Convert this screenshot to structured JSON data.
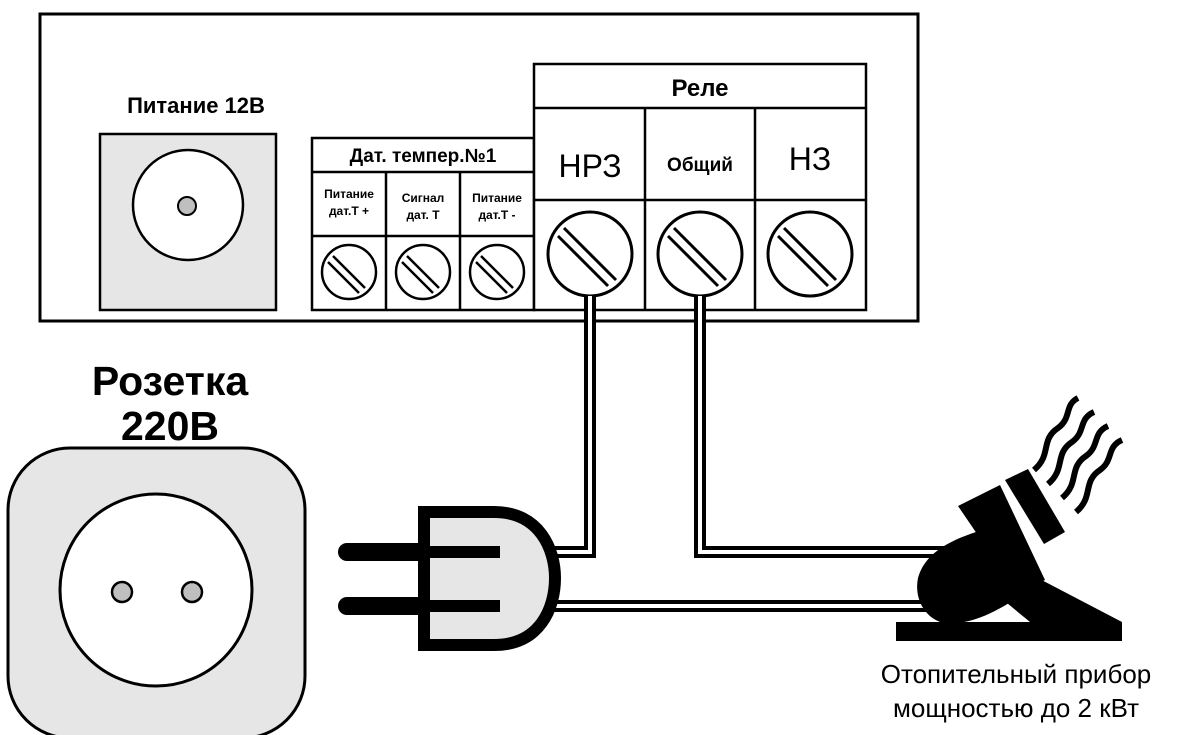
{
  "power_label": "Питание 12В",
  "temp_sensor": {
    "header": "Дат. темпер.№1",
    "col1_line1": "Питание",
    "col1_line2": "дат.Т +",
    "col2_line1": "Сигнал",
    "col2_line2": "дат. Т",
    "col3_line1": "Питание",
    "col3_line2": "дат.Т -"
  },
  "relay": {
    "header": "Реле",
    "nrz": "НРЗ",
    "common": "Общий",
    "nz": "НЗ"
  },
  "socket_label_line1": "Розетка",
  "socket_label_line2": "220В",
  "heater_label_line1": "Отопительный прибор",
  "heater_label_line2": "мощностью до 2 кВт",
  "colors": {
    "line": "#000000",
    "fill_gray": "#e6e6e6",
    "pin_gray": "#bfbfbf",
    "background": "#ffffff"
  }
}
